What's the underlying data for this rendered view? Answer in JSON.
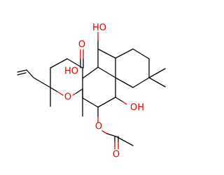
{
  "molecule": {
    "atoms": {
      "oh_top": "HO",
      "ketone_o": "O",
      "oh_ring": "HO",
      "ring_o": "O",
      "oh_right": "OH",
      "ester_o": "O",
      "carbonyl_o": "O"
    }
  },
  "colors": {
    "bond": "#000000",
    "heteroatom": "#e60000"
  }
}
